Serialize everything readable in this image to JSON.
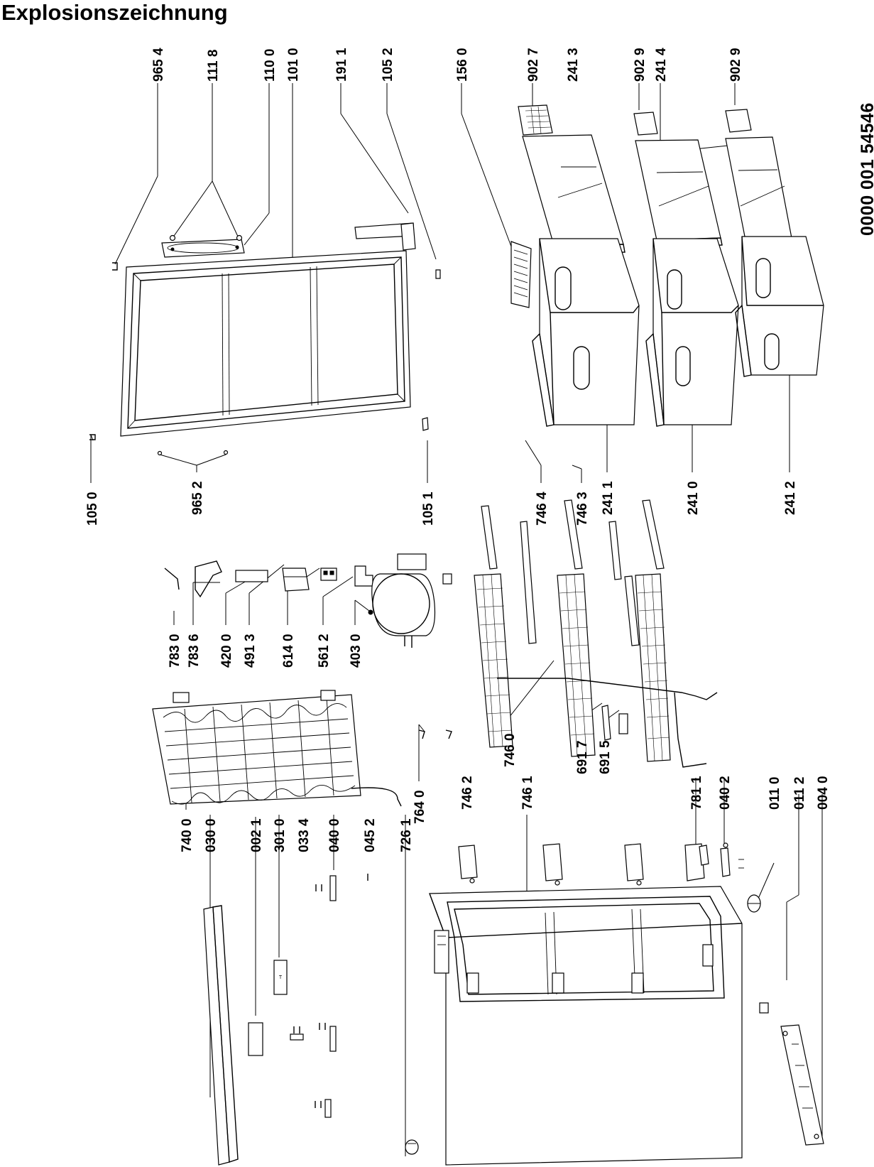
{
  "title": "Explosionszeichnung",
  "document_number": "0000 001 54546",
  "parts": [
    {
      "id": "p9654",
      "label": "965 4"
    },
    {
      "id": "p1118",
      "label": "111 8"
    },
    {
      "id": "p1100",
      "label": "110 0"
    },
    {
      "id": "p1010",
      "label": "101 0"
    },
    {
      "id": "p1911",
      "label": "191 1"
    },
    {
      "id": "p1052",
      "label": "105 2"
    },
    {
      "id": "p1560",
      "label": "156 0"
    },
    {
      "id": "p9027",
      "label": "902 7"
    },
    {
      "id": "p2413",
      "label": "241 3"
    },
    {
      "id": "p9029a",
      "label": "902 9"
    },
    {
      "id": "p2414",
      "label": "241 4"
    },
    {
      "id": "p9029b",
      "label": "902 9"
    },
    {
      "id": "p1050",
      "label": "105 0"
    },
    {
      "id": "p9652",
      "label": "965 2"
    },
    {
      "id": "p1051",
      "label": "105 1"
    },
    {
      "id": "p7464",
      "label": "746 4"
    },
    {
      "id": "p7463",
      "label": "746 3"
    },
    {
      "id": "p2411",
      "label": "241 1"
    },
    {
      "id": "p2410",
      "label": "241 0"
    },
    {
      "id": "p2412",
      "label": "241 2"
    },
    {
      "id": "p7830",
      "label": "783 0"
    },
    {
      "id": "p7836",
      "label": "783 6"
    },
    {
      "id": "p4200",
      "label": "420 0"
    },
    {
      "id": "p4913",
      "label": "491 3"
    },
    {
      "id": "p6140",
      "label": "614 0"
    },
    {
      "id": "p5612",
      "label": "561 2"
    },
    {
      "id": "p4030",
      "label": "403 0"
    },
    {
      "id": "p7400",
      "label": "740 0"
    },
    {
      "id": "p0300",
      "label": "030 0"
    },
    {
      "id": "p0021",
      "label": "002 1"
    },
    {
      "id": "p3010",
      "label": "301 0"
    },
    {
      "id": "p0334",
      "label": "033 4"
    },
    {
      "id": "p0400",
      "label": "040 0"
    },
    {
      "id": "p0452",
      "label": "045 2"
    },
    {
      "id": "p7261",
      "label": "726 1"
    },
    {
      "id": "p7640",
      "label": "764 0"
    },
    {
      "id": "p7462",
      "label": "746 2"
    },
    {
      "id": "p7460",
      "label": "746 0"
    },
    {
      "id": "p7461",
      "label": "746 1"
    },
    {
      "id": "p6917",
      "label": "691 7"
    },
    {
      "id": "p6915",
      "label": "691 5"
    },
    {
      "id": "p7811",
      "label": "781 1"
    },
    {
      "id": "p0402",
      "label": "040 2"
    },
    {
      "id": "p0110",
      "label": "011 0"
    },
    {
      "id": "p0112",
      "label": "011 2"
    },
    {
      "id": "p0040",
      "label": "004 0"
    }
  ]
}
